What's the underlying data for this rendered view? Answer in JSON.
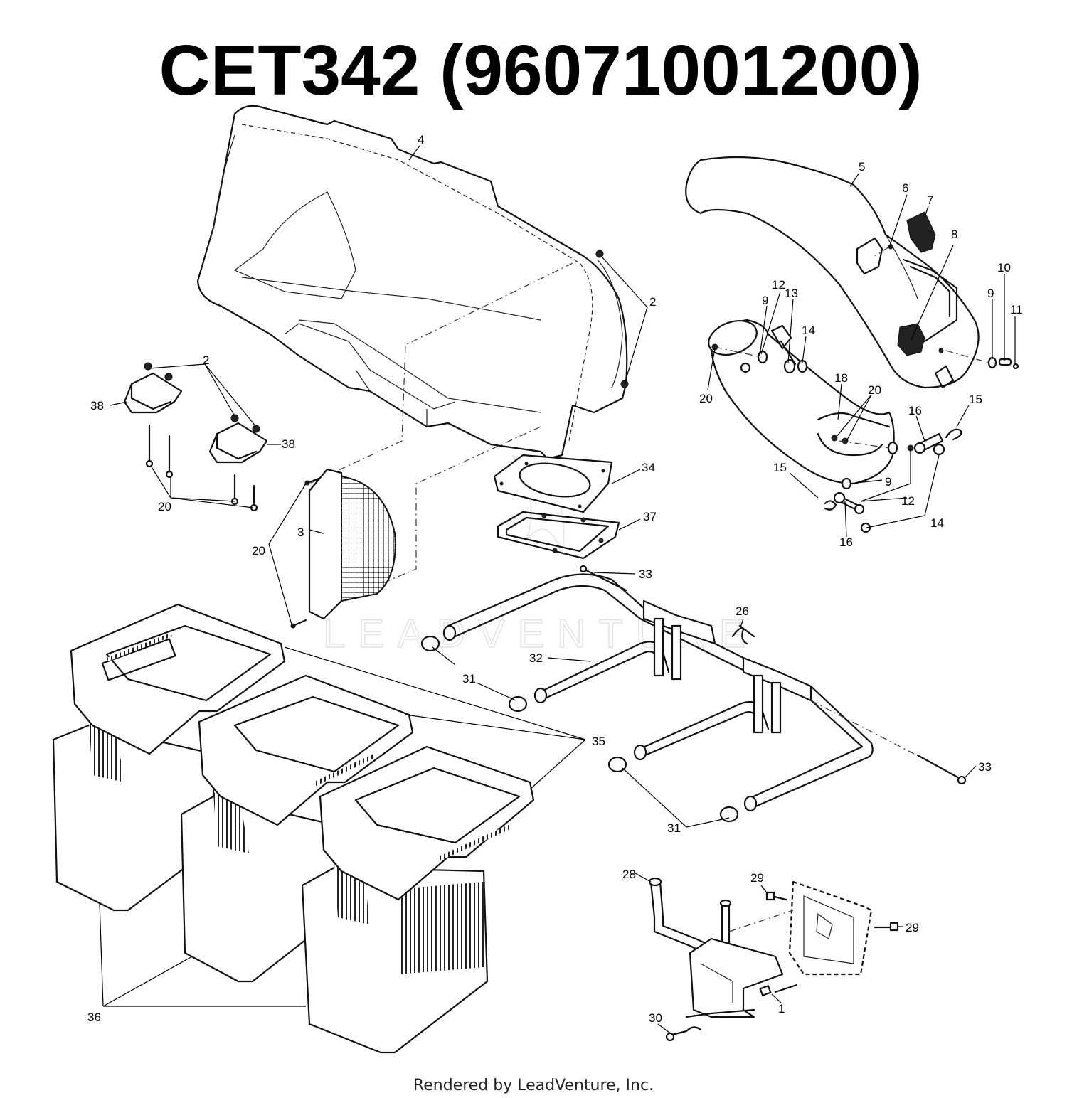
{
  "title": "CET342  (96071001200)",
  "footer": "Rendered by LeadVenture, Inc.",
  "watermark": "LEADVENTURE",
  "callouts": [
    {
      "id": "c4",
      "label": "4"
    },
    {
      "id": "c5",
      "label": "5"
    },
    {
      "id": "c6",
      "label": "6"
    },
    {
      "id": "c7",
      "label": "7"
    },
    {
      "id": "c8",
      "label": "8"
    },
    {
      "id": "c2a",
      "label": "2"
    },
    {
      "id": "c2b",
      "label": "2"
    },
    {
      "id": "c10",
      "label": "10"
    },
    {
      "id": "c9a",
      "label": "9"
    },
    {
      "id": "c11",
      "label": "11"
    },
    {
      "id": "c12a",
      "label": "12"
    },
    {
      "id": "c13",
      "label": "13"
    },
    {
      "id": "c9b",
      "label": "9"
    },
    {
      "id": "c14a",
      "label": "14"
    },
    {
      "id": "c20a",
      "label": "20"
    },
    {
      "id": "c18",
      "label": "18"
    },
    {
      "id": "c20b",
      "label": "20"
    },
    {
      "id": "c16a",
      "label": "16"
    },
    {
      "id": "c15a",
      "label": "15"
    },
    {
      "id": "c38a",
      "label": "38"
    },
    {
      "id": "c38b",
      "label": "38"
    },
    {
      "id": "c20c",
      "label": "20"
    },
    {
      "id": "c34",
      "label": "34"
    },
    {
      "id": "c15b",
      "label": "15"
    },
    {
      "id": "c9c",
      "label": "9"
    },
    {
      "id": "c12b",
      "label": "12"
    },
    {
      "id": "c14b",
      "label": "14"
    },
    {
      "id": "c16b",
      "label": "16"
    },
    {
      "id": "c3",
      "label": "3"
    },
    {
      "id": "c37",
      "label": "37"
    },
    {
      "id": "c20d",
      "label": "20"
    },
    {
      "id": "c33a",
      "label": "33"
    },
    {
      "id": "c26",
      "label": "26"
    },
    {
      "id": "c32",
      "label": "32"
    },
    {
      "id": "c31a",
      "label": "31"
    },
    {
      "id": "c35",
      "label": "35"
    },
    {
      "id": "c33b",
      "label": "33"
    },
    {
      "id": "c31b",
      "label": "31"
    },
    {
      "id": "c28",
      "label": "28"
    },
    {
      "id": "c29a",
      "label": "29"
    },
    {
      "id": "c29b",
      "label": "29"
    },
    {
      "id": "c36",
      "label": "36"
    },
    {
      "id": "c30",
      "label": "30"
    },
    {
      "id": "c1",
      "label": "1"
    }
  ]
}
